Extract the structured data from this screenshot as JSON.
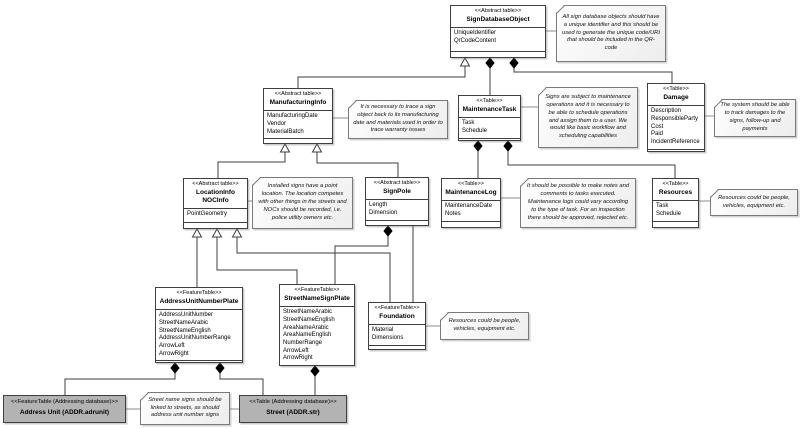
{
  "classes": [
    {
      "id": "sign-database-object",
      "stereotype": "<<Abstract table>>",
      "name": "SignDatabaseObject",
      "attributes": [
        "UniqueIdentifier",
        "QrCodeContent"
      ]
    },
    {
      "id": "manufacturing-info",
      "stereotype": "<<Abstract table>>",
      "name": "ManufacturingInfo",
      "attributes": [
        "ManufacturingDate",
        "Vendor",
        "MaterialBatch"
      ]
    },
    {
      "id": "maintenance-task",
      "stereotype": "<<Table>>",
      "name": "MaintenanceTask",
      "attributes": [
        "Task",
        "Schedule"
      ]
    },
    {
      "id": "damage",
      "stereotype": "<<Table>>",
      "name": "Damage",
      "attributes": [
        "Description",
        "ResponsibleParty",
        "Cost",
        "Paid",
        "IncidentReference"
      ]
    },
    {
      "id": "location-info-nocinfo",
      "stereotype": "<<Abstract table>>",
      "name": "LocationInfo\nNOCInfo",
      "attributes": [
        "PointGeometry"
      ]
    },
    {
      "id": "sign-pole",
      "stereotype": "<<Abstract table>>",
      "name": "SignPole",
      "attributes": [
        "Length",
        "Dimension"
      ]
    },
    {
      "id": "maintenance-log",
      "stereotype": "<<Table>>",
      "name": "MaintenanceLog",
      "attributes": [
        "MaintenanceDate",
        "Notes"
      ]
    },
    {
      "id": "resources",
      "stereotype": "<<Table>>",
      "name": "Resources",
      "attributes": [
        "Task",
        "Schedule"
      ]
    },
    {
      "id": "address-unit-number-plate",
      "stereotype": "<<FeatureTable>>",
      "name": "AddressUnitNumberPlate",
      "attributes": [
        "AddressUnitNumber",
        "StreetNameArabic",
        "StreetNameEnglish",
        "AddressUnitNumberRange",
        "ArrowLeft",
        "ArrowRight"
      ]
    },
    {
      "id": "street-name-sign-plate",
      "stereotype": "<<FeatureTable>>",
      "name": "StreetNameSignPlate",
      "attributes": [
        "StreetNameArabic",
        "StreetNameEnglish",
        "AreaNameArabic",
        "AreaNameEnglish",
        "NumberRange",
        "ArrowLeft",
        "ArrowRight"
      ]
    },
    {
      "id": "foundation",
      "stereotype": "<<FeatureTable>>",
      "name": "Foundation",
      "attributes": [
        "Material",
        "Dimensions"
      ]
    },
    {
      "id": "address-unit",
      "stereotype": "<<FeatureTable (Addressing database)>>",
      "name": "Address Unit (ADDR.adrunit)",
      "attributes": [],
      "external": true
    },
    {
      "id": "street",
      "stereotype": "<<Table (Addressing database)>>",
      "name": "Street (ADDR.str)",
      "attributes": [],
      "external": true
    }
  ],
  "notes": [
    {
      "id": "note-sign-database-object",
      "text": "All sign database objects should have a unique identifier and this should be used to generate the unique code/URI that should be included in the QR-code"
    },
    {
      "id": "note-manufacturing-info",
      "text": "It is necessary to trace a sign object back to its manufacturing date and materials used in order to trace warranty issues"
    },
    {
      "id": "note-maintenance-task",
      "text": "Signs are subject to maintenance operations and it is necessary to be able to schedule operations and assign them to a user. We would like basic workflow and scheduling capabilities"
    },
    {
      "id": "note-damage",
      "text": "The system should be able to track damages to the signs, follow-up and payments"
    },
    {
      "id": "note-location-info",
      "text": "Installed signs have a point location. The location competes with other things in the streets and NOCs should be recorded, i.e. police utility owners etc."
    },
    {
      "id": "note-maintenance-log",
      "text": "It should be possible to make notes and comments to tasks executed. Maintenance logs could vary according to the type of task. For an inspection there should be approved, rejected etc."
    },
    {
      "id": "note-resources",
      "text": "Resources could be people, vehicles, equipment etc."
    },
    {
      "id": "note-foundation",
      "text": "Resources could be people, vehicles, equipment etc."
    },
    {
      "id": "note-street-link",
      "text": "Street name signs should be linked to streets, as should address unit number signs"
    }
  ],
  "relationships": [
    {
      "from": "ManufacturingInfo",
      "to": "SignDatabaseObject",
      "type": "generalization"
    },
    {
      "from": "LocationInfo NOCInfo",
      "to": "ManufacturingInfo",
      "type": "generalization"
    },
    {
      "from": "SignPole",
      "to": "ManufacturingInfo",
      "type": "generalization"
    },
    {
      "from": "MaintenanceTask",
      "to": "SignDatabaseObject",
      "type": "composition"
    },
    {
      "from": "Damage",
      "to": "SignDatabaseObject",
      "type": "composition"
    },
    {
      "from": "MaintenanceLog",
      "to": "MaintenanceTask",
      "type": "composition"
    },
    {
      "from": "Resources",
      "to": "MaintenanceTask",
      "type": "composition"
    },
    {
      "from": "AddressUnitNumberPlate",
      "to": "LocationInfo NOCInfo",
      "type": "generalization"
    },
    {
      "from": "StreetNameSignPlate",
      "to": "LocationInfo NOCInfo",
      "type": "generalization"
    },
    {
      "from": "Foundation",
      "to": "LocationInfo NOCInfo",
      "type": "generalization"
    },
    {
      "from": "StreetNameSignPlate",
      "to": "SignPole",
      "type": "composition"
    },
    {
      "from": "Foundation",
      "to": "SignPole",
      "type": "association"
    },
    {
      "from": "Address Unit (ADDR.adrunit)",
      "to": "AddressUnitNumberPlate",
      "type": "composition"
    },
    {
      "from": "Street (ADDR.str)",
      "to": "AddressUnitNumberPlate",
      "type": "composition"
    },
    {
      "from": "Street (ADDR.str)",
      "to": "StreetNameSignPlate",
      "type": "composition"
    }
  ],
  "colors": {
    "line": "#3f3f3f",
    "note_border": "#7a7a7a",
    "external_fill": "#b3b3b3",
    "background": "#ffffff"
  }
}
